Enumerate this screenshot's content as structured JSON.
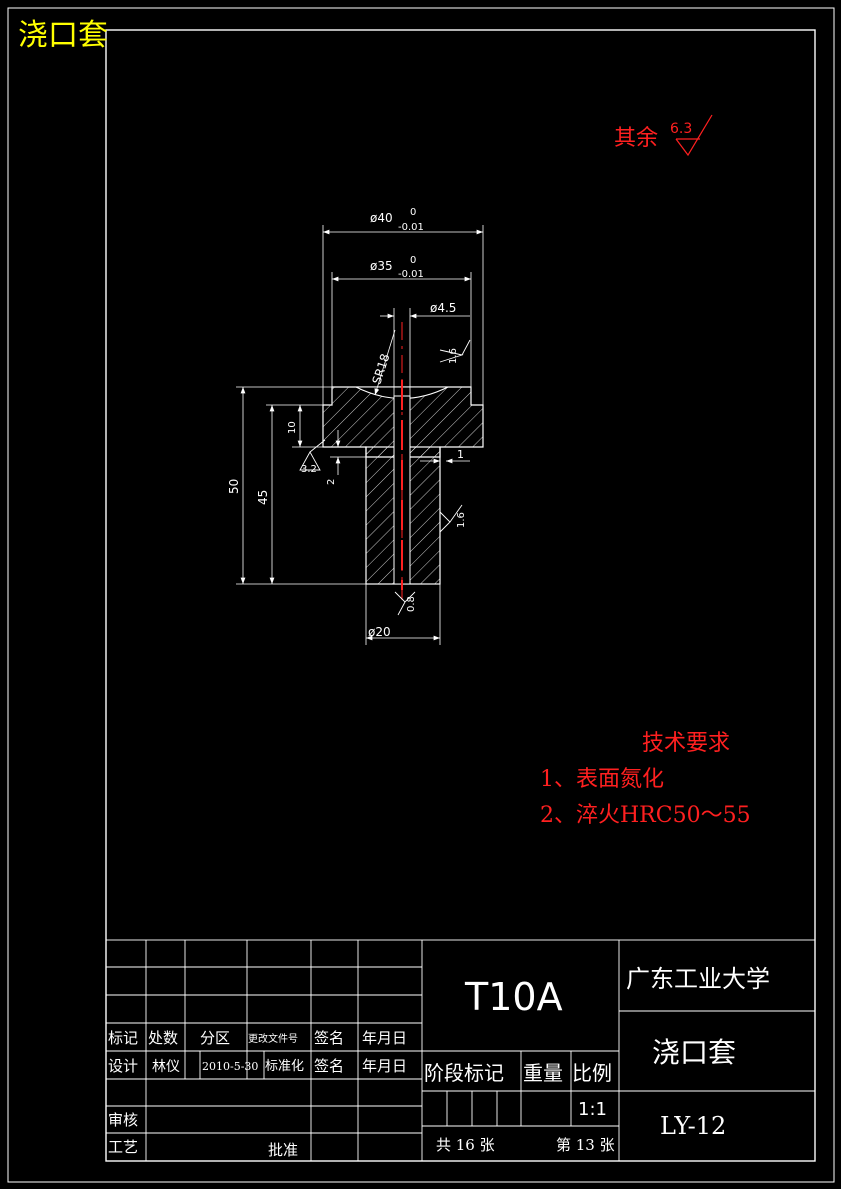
{
  "title_corner": "浇口套",
  "roughness_note": {
    "prefix": "其余",
    "value": "6.3"
  },
  "tech_requirements": {
    "heading": "技术要求",
    "items": [
      "1、表面氮化",
      "2、淬火HRC50～55"
    ]
  },
  "dimensions": {
    "d40": "ø40",
    "d40_upper": "0",
    "d40_lower": "-0.01",
    "d35": "ø35",
    "d35_upper": "0",
    "d35_lower": "-0.01",
    "d4_5": "ø4.5",
    "sr": "SR18",
    "d20": "ø20",
    "h50": "50",
    "h45": "45",
    "h10": "10",
    "h2": "2",
    "w1": "1",
    "r16a": "1.6",
    "r16b": "1.6",
    "r32": "3.2",
    "r08": "0.8"
  },
  "title_block": {
    "material": "T10A",
    "university": "广东工业大学",
    "part_name": "浇口套",
    "drawing_no": "LY-12",
    "row_mark": [
      "标记",
      "处数",
      "分区",
      "更改文件号",
      "签名",
      "年月日"
    ],
    "row_design": [
      "设计",
      "林仪",
      "2010-5-30",
      "标准化",
      "签名",
      "年月日"
    ],
    "review": "审核",
    "process": "工艺",
    "approve": "批准",
    "stage_mark": "阶段标记",
    "weight": "重量",
    "scale_label": "比例",
    "scale": "1:1",
    "total_sheets": "共 16 张",
    "sheet_no": "第 13 张"
  }
}
